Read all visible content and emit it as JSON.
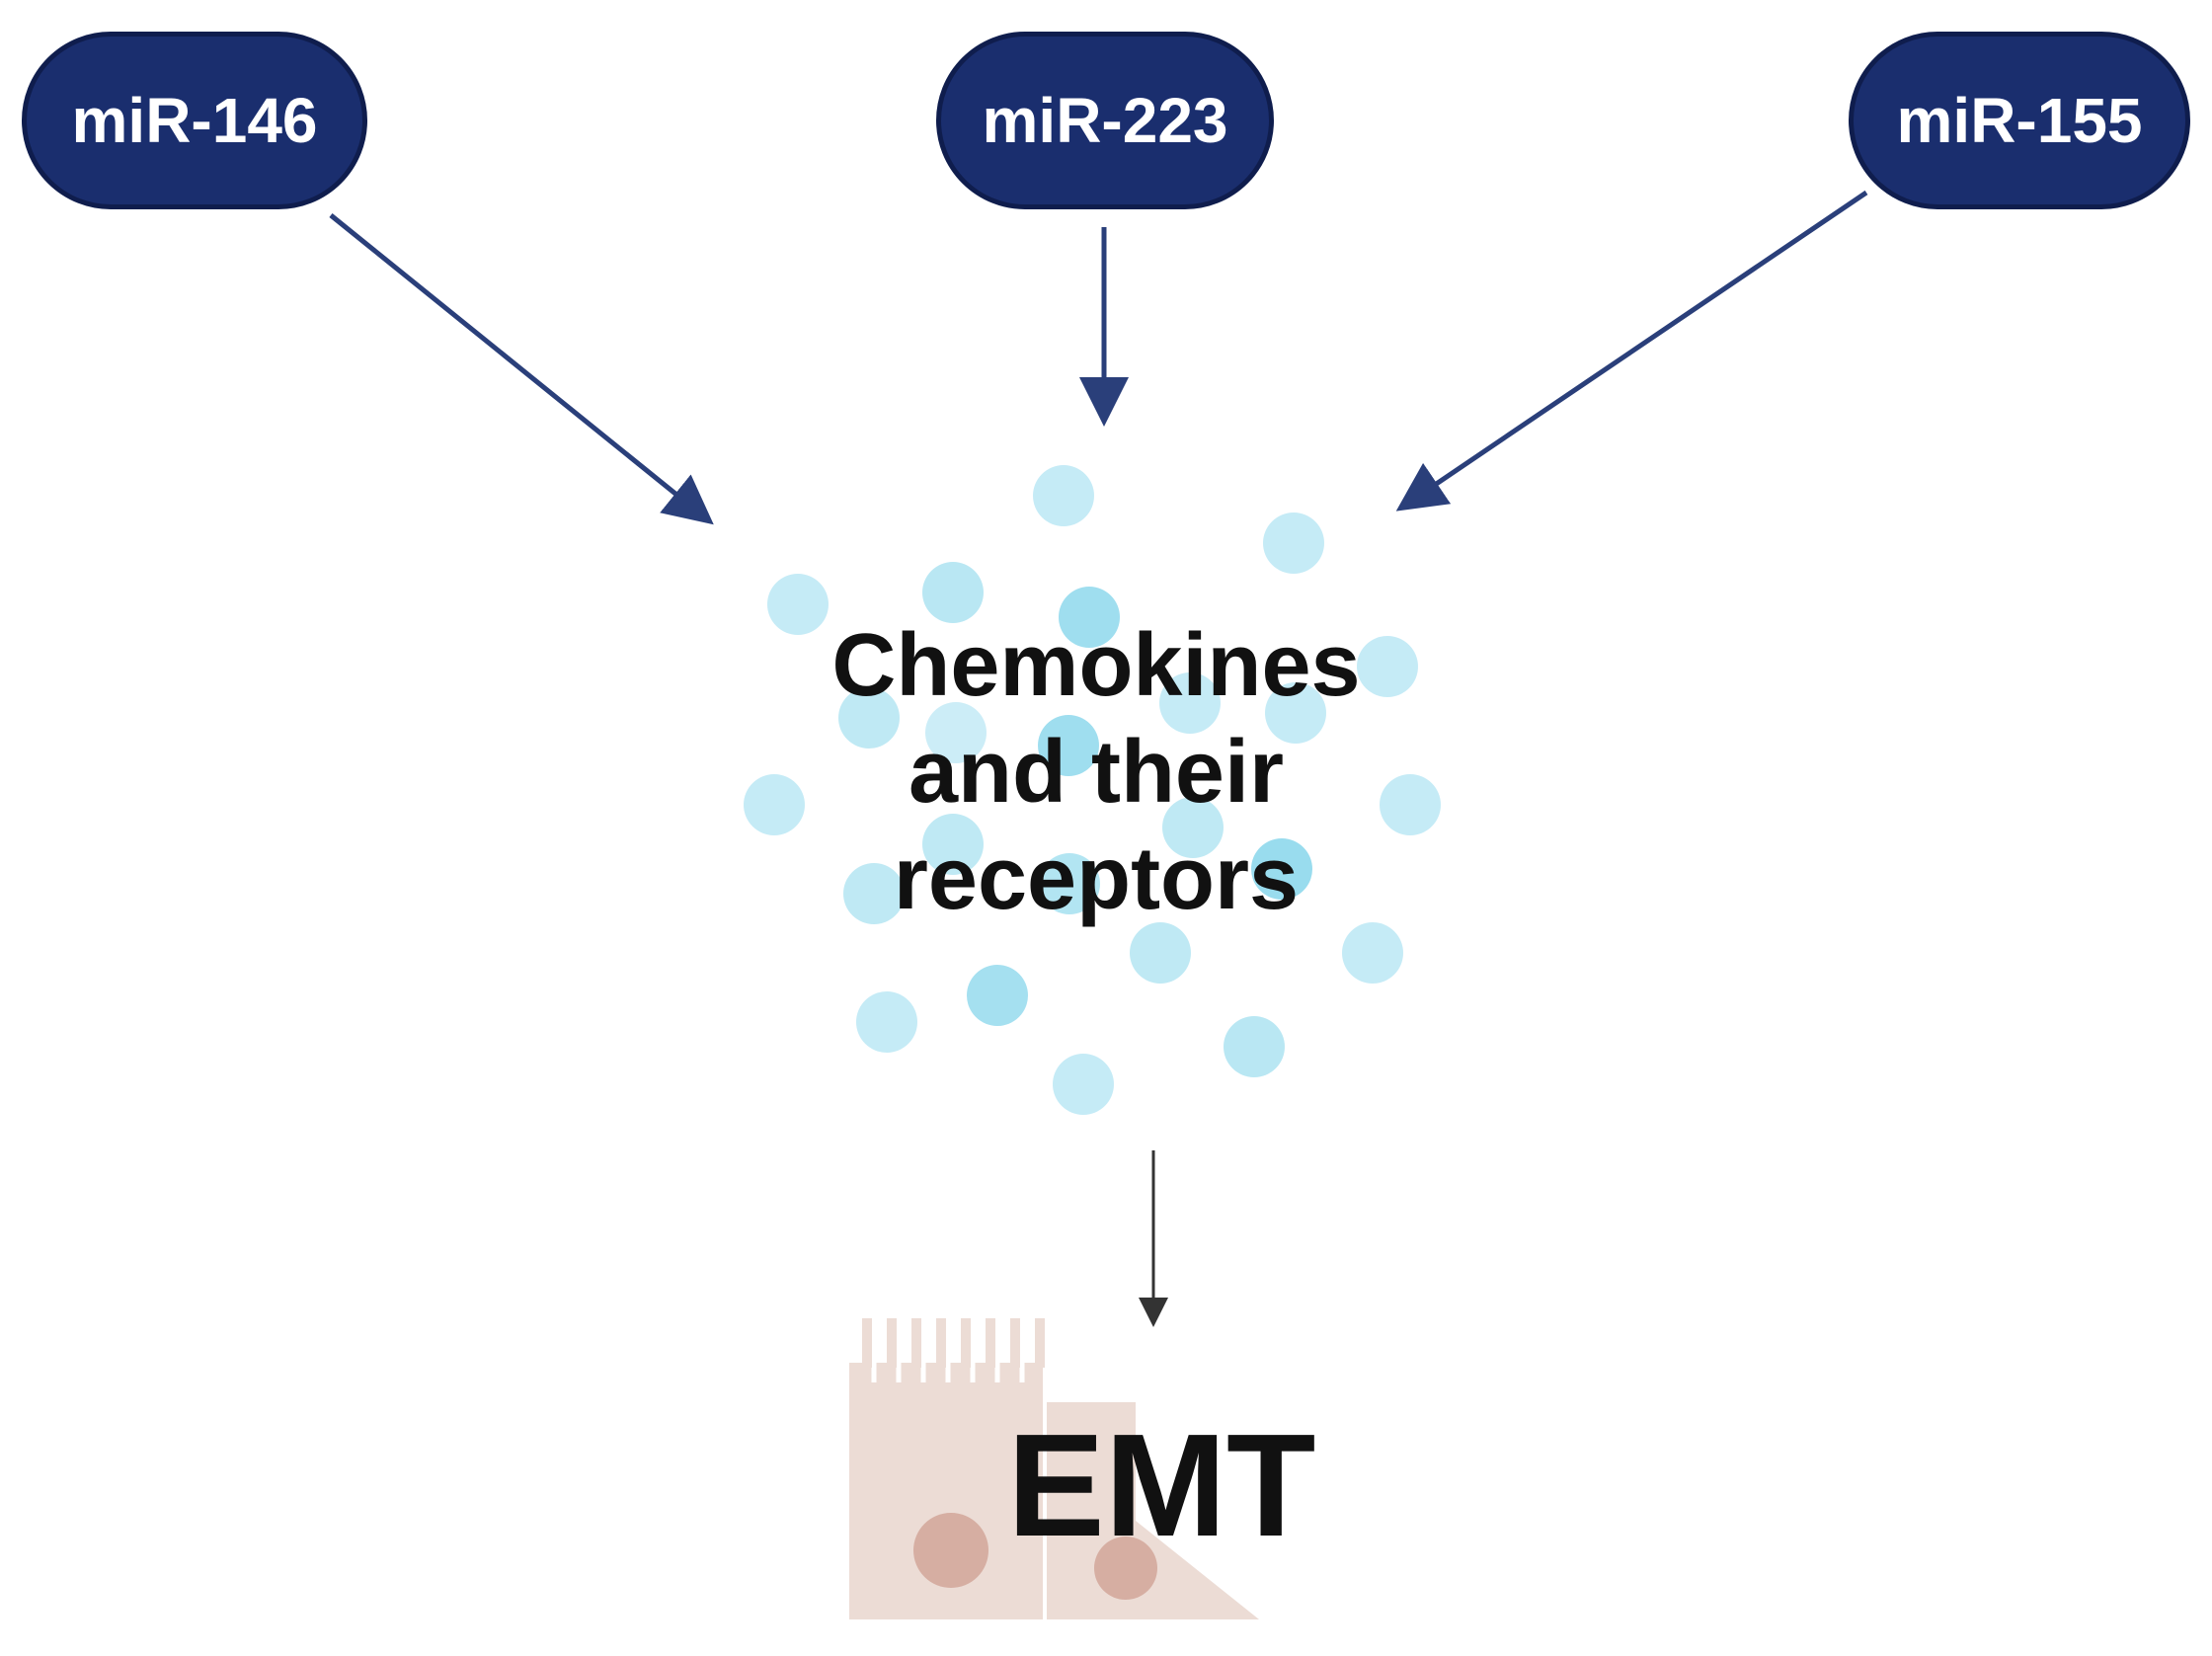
{
  "nodes": {
    "mir146": "miR-146",
    "mir223": "miR-223",
    "mir155": "miR-155"
  },
  "center": {
    "line1": "Chemokines",
    "line2": "and their",
    "line3": "receptors"
  },
  "outcome": "EMT",
  "colors": {
    "node_fill": "#1a2e6e",
    "arrow": "#2a3f7a",
    "bubble": "#7fd3ea",
    "cell": "#e9d6ce",
    "nucleus": "#cfa092"
  }
}
